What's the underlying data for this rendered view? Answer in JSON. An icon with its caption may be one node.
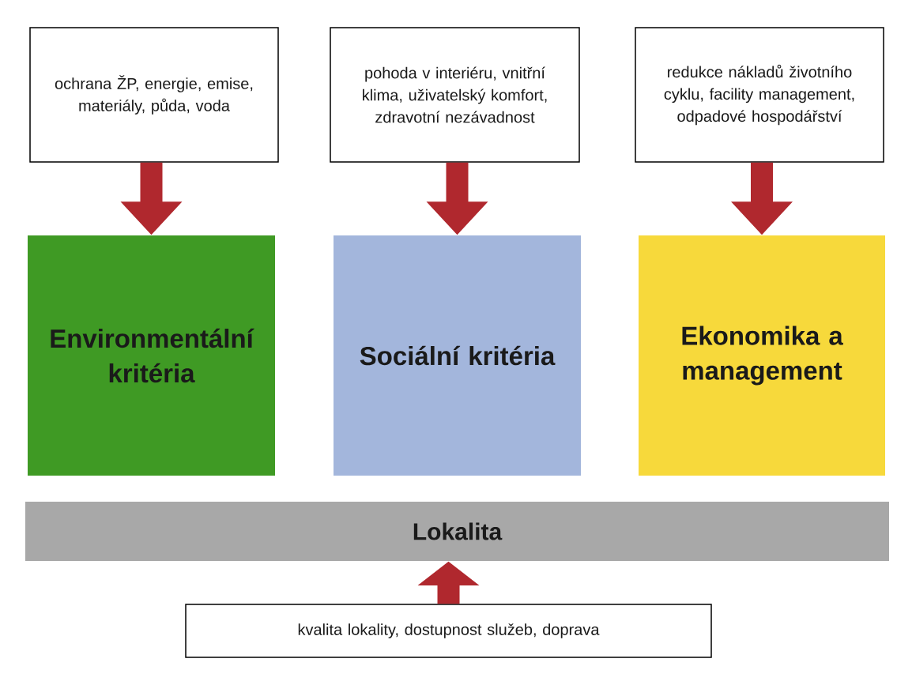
{
  "diagram": {
    "nodes": [
      {
        "text": [
          "ochrana ŽP, energie, emise, materiály, půda, voda"
        ]
      },
      {
        "text": [
          "pohoda v interiéru, vnitřní klima, uživatelský komfort, zdravotní nezávadnost"
        ]
      },
      {
        "text": [
          "redukce nákladů životního cyklu, facility management, odpadové hospodářství"
        ]
      },
      {
        "text": [
          "Environmentální kritéria"
        ]
      },
      {
        "text": [
          "Sociální kritéria"
        ]
      },
      {
        "text": [
          "Ekonomika a management"
        ]
      },
      {
        "text": [
          "Lokalita"
        ]
      },
      {
        "text": [
          "kvalita lokality, dostupnost služeb, doprava"
        ]
      }
    ],
    "edges": [
      {
        "from": 0,
        "to": 3,
        "arrow": "to"
      },
      {
        "from": 1,
        "to": 4,
        "arrow": "to"
      },
      {
        "from": 2,
        "to": 5,
        "arrow": "to"
      },
      {
        "from": 7,
        "to": 6,
        "arrow": "to"
      }
    ]
  }
}
